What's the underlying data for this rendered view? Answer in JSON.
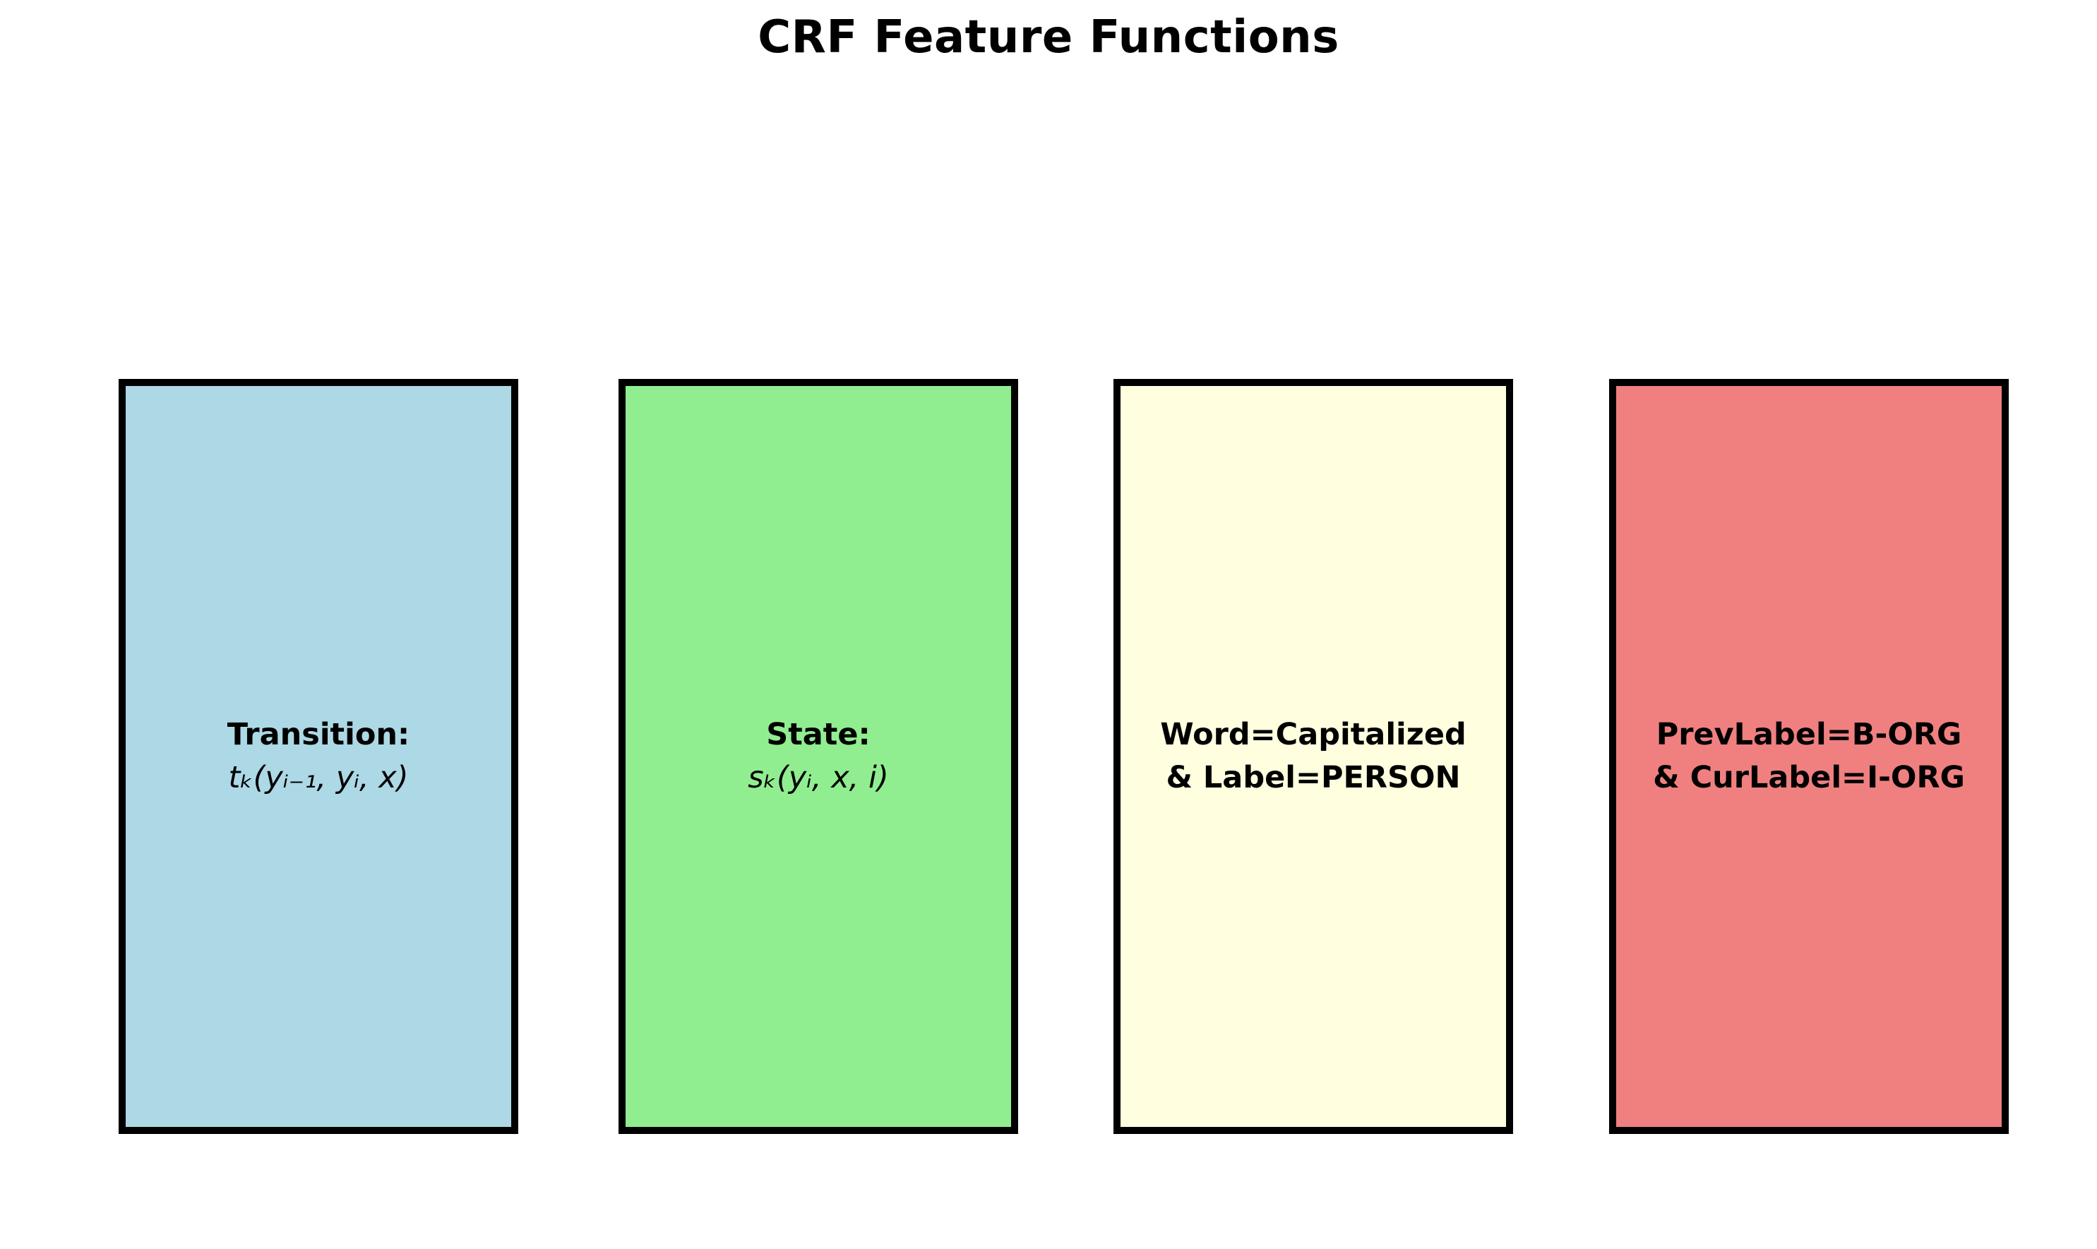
{
  "title": "CRF Feature Functions",
  "boxes": [
    {
      "name": "transition",
      "label": "Transition:",
      "formula": "tₖ(yᵢ₋₁, yᵢ, x)",
      "color": "#ADD8E6"
    },
    {
      "name": "state",
      "label": "State:",
      "formula": "sₖ(yᵢ, x, i)",
      "color": "#90EE90"
    },
    {
      "name": "word-capitalized",
      "line1": "Word=Capitalized",
      "line2": "& Label=PERSON",
      "color": "#FFFFE0"
    },
    {
      "name": "prevlabel-curlabel",
      "line1": "PrevLabel=B-ORG",
      "line2": "& CurLabel=I-ORG",
      "color": "#F08080"
    }
  ],
  "border_color": "#000000",
  "background_color": "#FFFFFF"
}
